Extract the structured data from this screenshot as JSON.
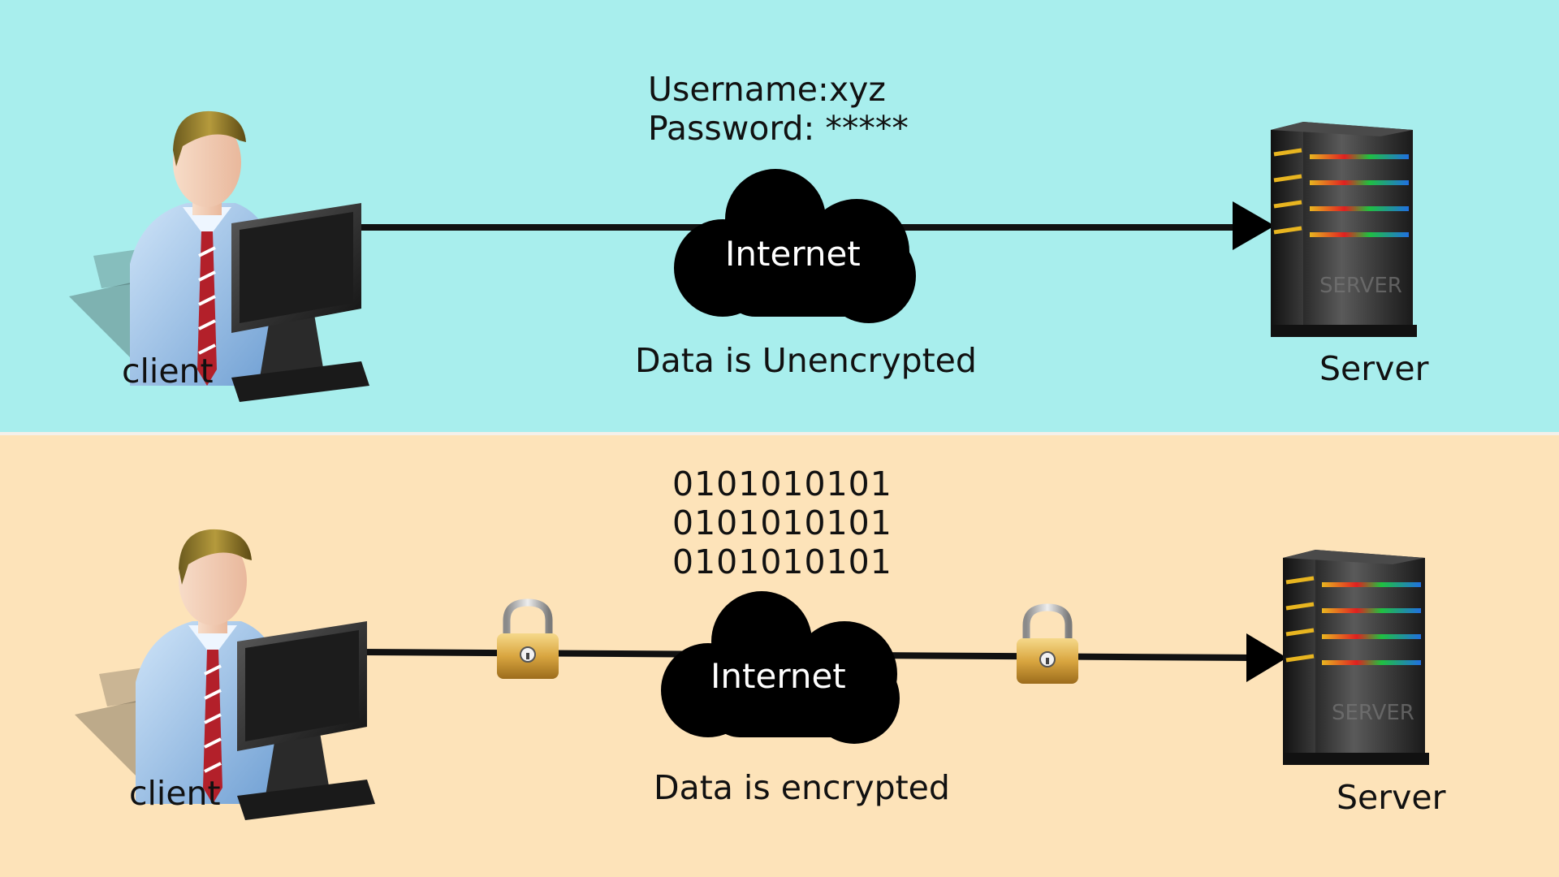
{
  "colors": {
    "top_panel_bg": "#a8eeed",
    "bottom_panel_bg": "#fde3b9",
    "cloud": "#000000",
    "line": "#111111"
  },
  "top": {
    "credentials": {
      "username": "Username:xyz",
      "password": "Password: *****"
    },
    "cloud_label": "Internet",
    "status": "Data is Unencrypted",
    "client_label": "client",
    "server_label": "Server"
  },
  "bottom": {
    "binary": [
      "0101010101",
      "0101010101",
      "0101010101"
    ],
    "cloud_label": "Internet",
    "status": "Data is encrypted",
    "client_label": "client",
    "server_label": "Server"
  },
  "server_box_text": "SERVER",
  "icons": {
    "client": "user-at-computer-icon",
    "server": "server-tower-icon",
    "cloud": "cloud-icon",
    "lock": "padlock-icon"
  }
}
